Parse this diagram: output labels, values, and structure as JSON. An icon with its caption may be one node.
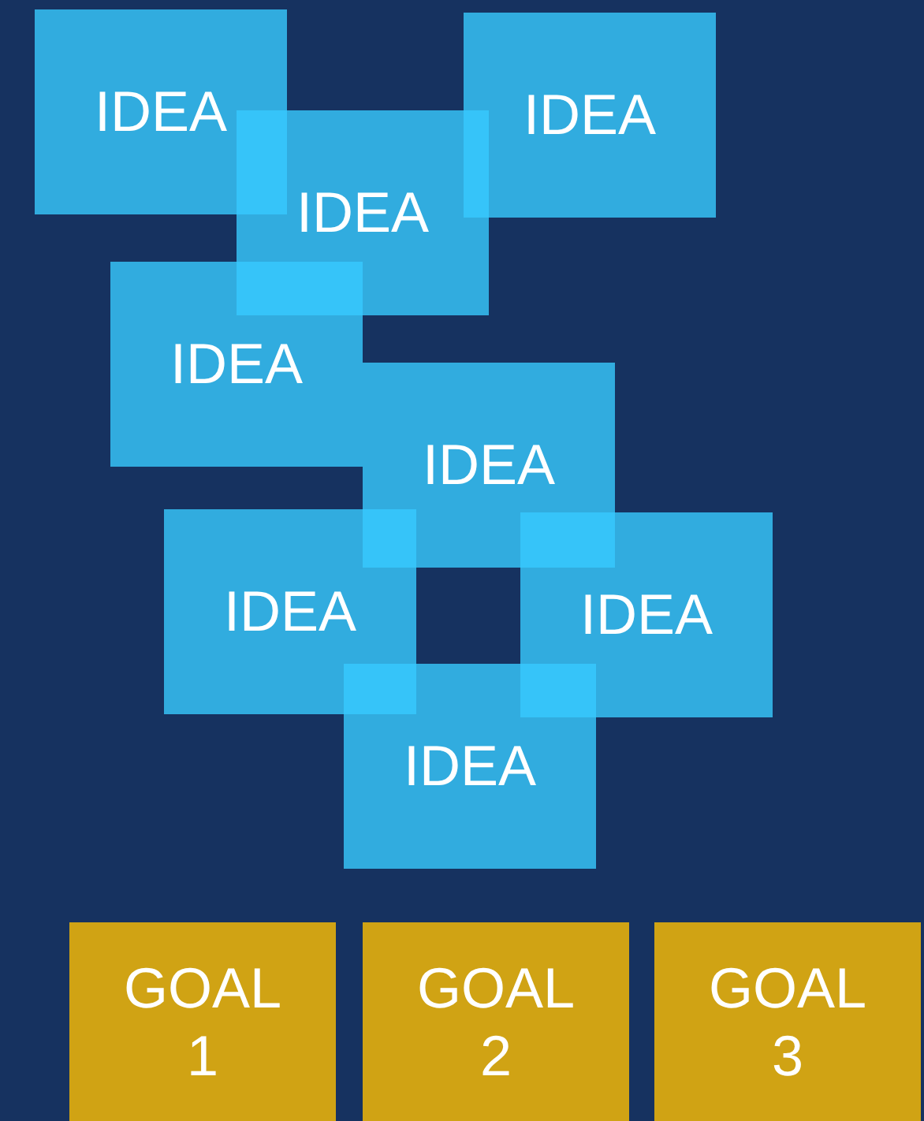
{
  "diagram": {
    "nodes": [
      {
        "text": [
          "IDEA"
        ]
      },
      {
        "text": [
          "IDEA"
        ]
      },
      {
        "text": [
          "IDEA"
        ]
      },
      {
        "text": [
          "IDEA"
        ]
      },
      {
        "text": [
          "IDEA"
        ]
      },
      {
        "text": [
          "IDEA"
        ]
      },
      {
        "text": [
          "IDEA"
        ]
      },
      {
        "text": [
          "IDEA"
        ]
      },
      {
        "text": [
          "GOAL 1"
        ]
      },
      {
        "text": [
          "GOAL 2"
        ]
      },
      {
        "text": [
          "GOAL 3"
        ]
      }
    ]
  }
}
